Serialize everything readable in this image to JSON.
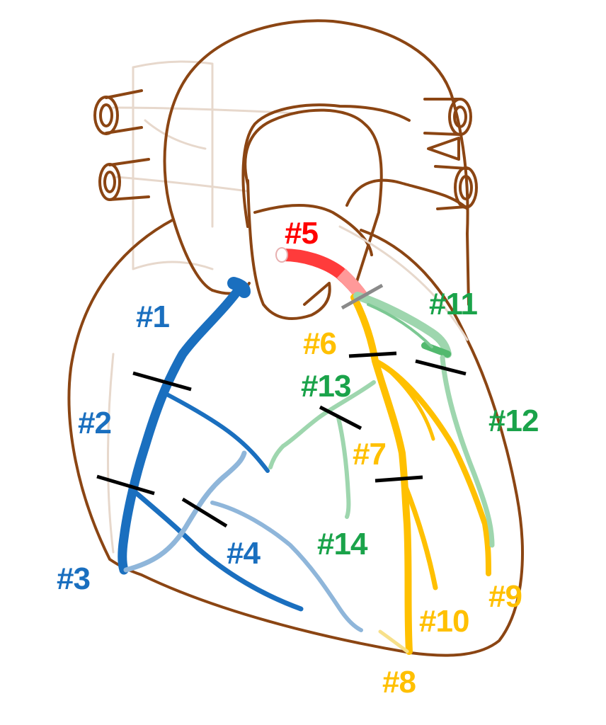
{
  "diagram": {
    "colors": {
      "outline": "#8B4513",
      "faint_outline": "#e7d8cc",
      "right_coronary": "#1a6fbf",
      "right_coronary_light": "#8fb6da",
      "left_main": "#ff3b3b",
      "lad": "#ffc000",
      "circumflex": "#52b96e",
      "circumflex_light": "#9ed6ae",
      "segment_marker": "#000000",
      "label_blue": "#1a6fbf",
      "label_red": "#ff0000",
      "label_yellow": "#ffc000",
      "label_green": "#1aa34a"
    },
    "labels": [
      {
        "id": "seg1",
        "text": "#1",
        "color": "label_blue"
      },
      {
        "id": "seg2",
        "text": "#2",
        "color": "label_blue"
      },
      {
        "id": "seg3",
        "text": "#3",
        "color": "label_blue"
      },
      {
        "id": "seg4",
        "text": "#4",
        "color": "label_blue"
      },
      {
        "id": "seg5",
        "text": "#5",
        "color": "label_red"
      },
      {
        "id": "seg6",
        "text": "#6",
        "color": "label_yellow"
      },
      {
        "id": "seg7",
        "text": "#7",
        "color": "label_yellow"
      },
      {
        "id": "seg8",
        "text": "#8",
        "color": "label_yellow"
      },
      {
        "id": "seg9",
        "text": "#9",
        "color": "label_yellow"
      },
      {
        "id": "seg10",
        "text": "#10",
        "color": "label_yellow"
      },
      {
        "id": "seg11",
        "text": "#11",
        "color": "label_green"
      },
      {
        "id": "seg12",
        "text": "#12",
        "color": "label_green"
      },
      {
        "id": "seg13",
        "text": "#13",
        "color": "label_green"
      },
      {
        "id": "seg14",
        "text": "#14",
        "color": "label_green"
      }
    ]
  }
}
